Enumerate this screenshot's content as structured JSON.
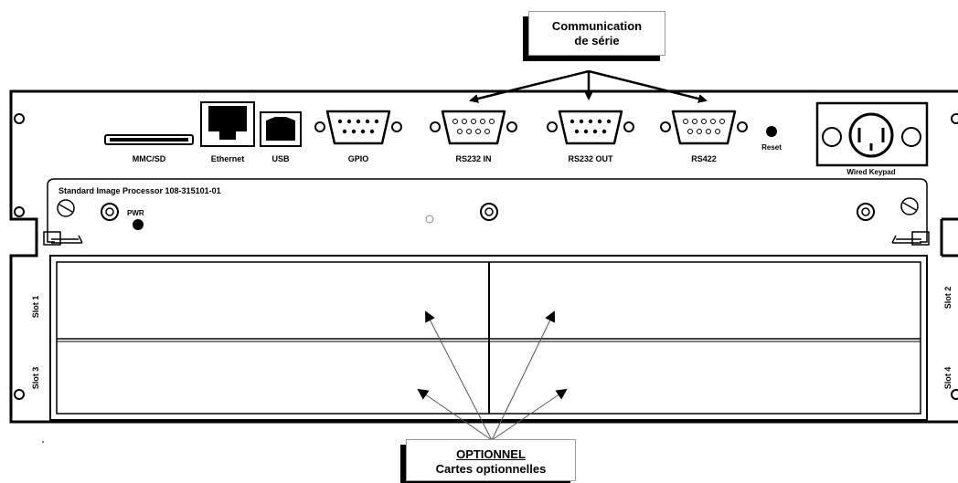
{
  "callouts": {
    "serial_line1": "Communication",
    "serial_line2": "de série",
    "optional_title": "OPTIONNEL",
    "optional_subtitle": "Cartes optionnelles"
  },
  "ports": {
    "mmc_sd": "MMC/SD",
    "ethernet": "Ethernet",
    "usb": "USB",
    "gpio": "GPIO",
    "rs232_in": "RS232 IN",
    "rs232_out": "RS232 OUT",
    "rs422": "RS422",
    "reset": "Reset",
    "wired_keypad": "Wired Keypad"
  },
  "processor": {
    "label": "Standard Image Processor 108-315101-01",
    "pwr": "PWR"
  },
  "slots": {
    "slot1": "Slot 1",
    "slot2": "Slot 2",
    "slot3": "Slot 3",
    "slot4": "Slot 4"
  }
}
